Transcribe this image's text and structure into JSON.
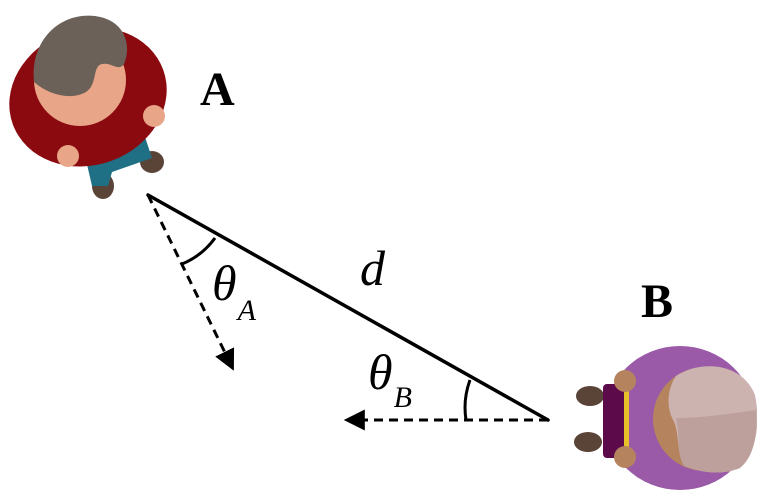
{
  "labels": {
    "person_a": "A",
    "person_b": "B",
    "distance": "d",
    "angle_a_symbol": "θ",
    "angle_a_subscript": "A",
    "angle_b_symbol": "θ",
    "angle_b_subscript": "B"
  },
  "colors": {
    "person_a_shirt": "#8b0a10",
    "person_a_hair": "#6b6158",
    "person_a_skin": "#e8a587",
    "person_a_pants": "#1f6f85",
    "person_a_shoes": "#5a4438",
    "person_b_shirt": "#9a5aa8",
    "person_b_hair": "#ccb3b0",
    "person_b_skin": "#b5845e",
    "person_b_pants": "#5c0a4a",
    "person_b_belt": "#e8c12a",
    "person_b_shoes": "#5a4438",
    "lines": "#000000"
  }
}
